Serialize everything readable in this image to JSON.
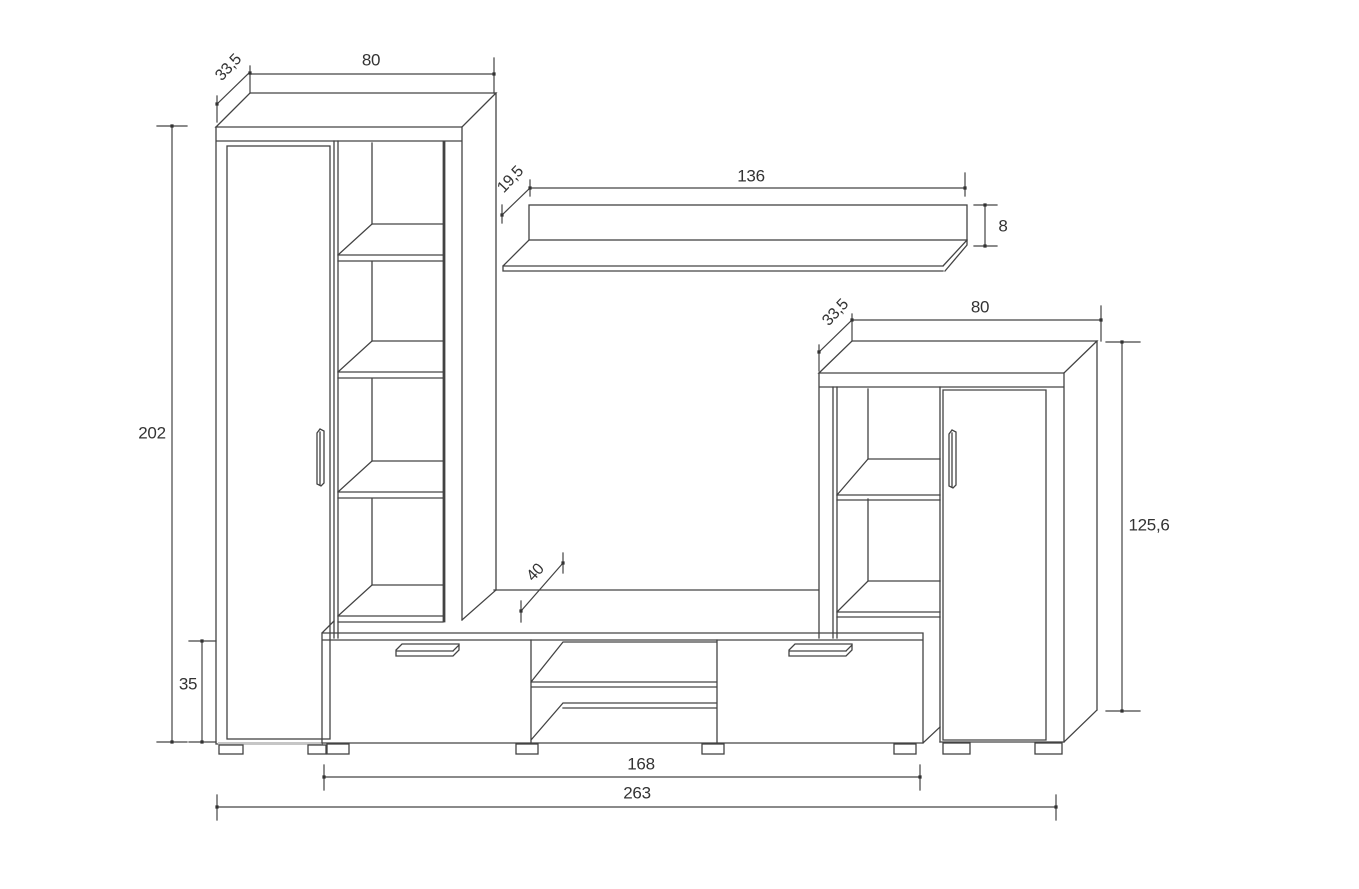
{
  "drawing": {
    "kind": "furniture wall-unit technical drawing",
    "units": "cm",
    "background_color": "#ffffff",
    "line_color": "#434343",
    "text_color": "#333333"
  },
  "components": {
    "left_cabinet": {
      "description": "tall cabinet with door and 4 open shelf cells",
      "width_label": "80",
      "depth_label": "33,5",
      "height_label": "202"
    },
    "wall_shelf": {
      "description": "wall-mounted shelf with back rail",
      "width_label": "136",
      "depth_label": "19,5",
      "height_label": "8"
    },
    "right_cabinet": {
      "description": "medium cabinet with door and 2 open shelf cells",
      "width_label": "80",
      "depth_label": "33,5",
      "height_label": "125,6"
    },
    "tv_stand": {
      "description": "low TV bench with two drawers, open middle compartment and feet",
      "width_label": "168",
      "depth_label": "40",
      "height_label": "35"
    },
    "total": {
      "width_label": "263"
    }
  }
}
